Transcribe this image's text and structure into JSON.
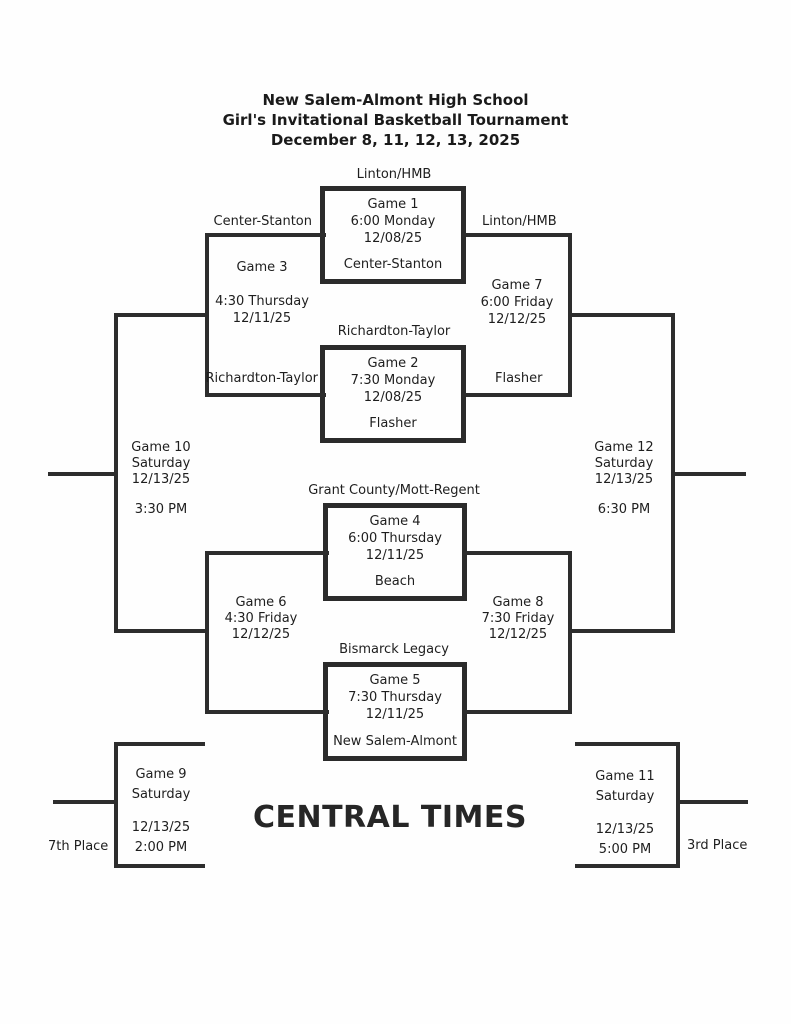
{
  "title": {
    "line1": "New Salem-Almont High School",
    "line2": "Girl's Invitational Basketball Tournament",
    "line3": "December 8, 11, 12, 13, 2025"
  },
  "bracket": {
    "game1": {
      "name": "Game 1",
      "time": "6:00 Monday",
      "date": "12/08/25",
      "winner": "Center-Stanton",
      "seed_top": "Linton/HMB",
      "label_left": "Center-Stanton",
      "label_right": "Linton/HMB"
    },
    "game2": {
      "name": "Game 2",
      "time": "7:30 Monday",
      "date": "12/08/25",
      "winner": "Flasher",
      "seed_top": "Richardton-Taylor",
      "label_left": "Richardton-Taylor",
      "label_right": "Flasher"
    },
    "game3": {
      "name": "Game 3",
      "time": "4:30 Thursday",
      "date": "12/11/25"
    },
    "game4": {
      "name": "Game 4",
      "time": "6:00 Thursday",
      "date": "12/11/25",
      "winner": "Beach",
      "seed_top": "Grant County/Mott-Regent"
    },
    "game5": {
      "name": "Game 5",
      "time": "7:30 Thursday",
      "date": "12/11/25",
      "winner": "New Salem-Almont",
      "seed_top": "Bismarck Legacy"
    },
    "game6": {
      "name": "Game 6",
      "time": "4:30 Friday",
      "date": "12/12/25"
    },
    "game7": {
      "name": "Game 7",
      "time": "6:00 Friday",
      "date": "12/12/25"
    },
    "game8": {
      "name": "Game 8",
      "time": "7:30 Friday",
      "date": "12/12/25"
    },
    "game9": {
      "name": "Game 9",
      "day": "Saturday",
      "date": "12/13/25",
      "time": "2:00 PM",
      "place_label": "7th Place"
    },
    "game10": {
      "name": "Game 10",
      "day": "Saturday",
      "date": "12/13/25",
      "time": "3:30 PM"
    },
    "game11": {
      "name": "Game 11",
      "day": "Saturday",
      "date": "12/13/25",
      "time": "5:00 PM",
      "place_label": "3rd Place"
    },
    "game12": {
      "name": "Game 12",
      "day": "Saturday",
      "date": "12/13/25",
      "time": "6:30 PM"
    }
  },
  "footer": {
    "timezone_note": "CENTRAL TIMES"
  },
  "colors": {
    "line": "#2d2d2d",
    "text": "#1e1e1e",
    "background": "#fefefe"
  }
}
